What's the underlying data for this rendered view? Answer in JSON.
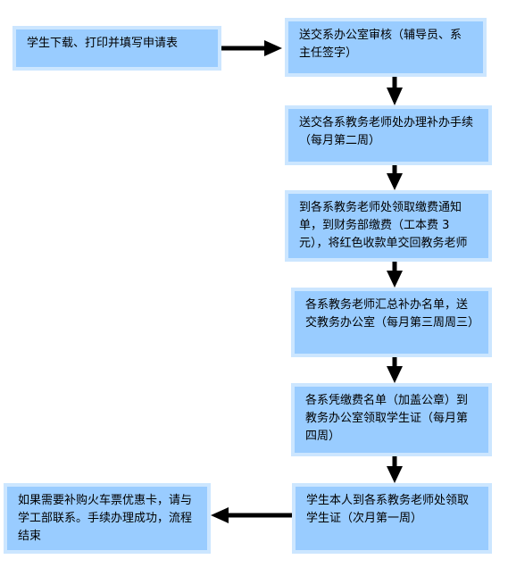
{
  "steps": [
    {
      "text": "学生下载、打印并填写申请表"
    },
    {
      "text": "送交系办公室审核（辅导员、系主任签字）"
    },
    {
      "text": "送交各系教务老师处办理补办手续（每月第二周）"
    },
    {
      "text": "到各系教务老师处领取缴费通知单，到财务部缴费（工本费 3 元），将红色收款单交回教务老师"
    },
    {
      "text": "各系教务老师汇总补办名单，送交教务办公室（每月第三周周三）"
    },
    {
      "text": "各系凭缴费名单（加盖公章）到教务办公室领取学生证（每月第四周）"
    },
    {
      "text": "学生本人到各系教务老师处领取学生证（次月第一周）"
    },
    {
      "text": "如果需要补购火车票优惠卡，请与学工部联系。手续办理成功，流程结束"
    }
  ],
  "colors": {
    "box_fill": "#99ccff",
    "box_border": "#cce6ff",
    "arrow": "#000000"
  }
}
